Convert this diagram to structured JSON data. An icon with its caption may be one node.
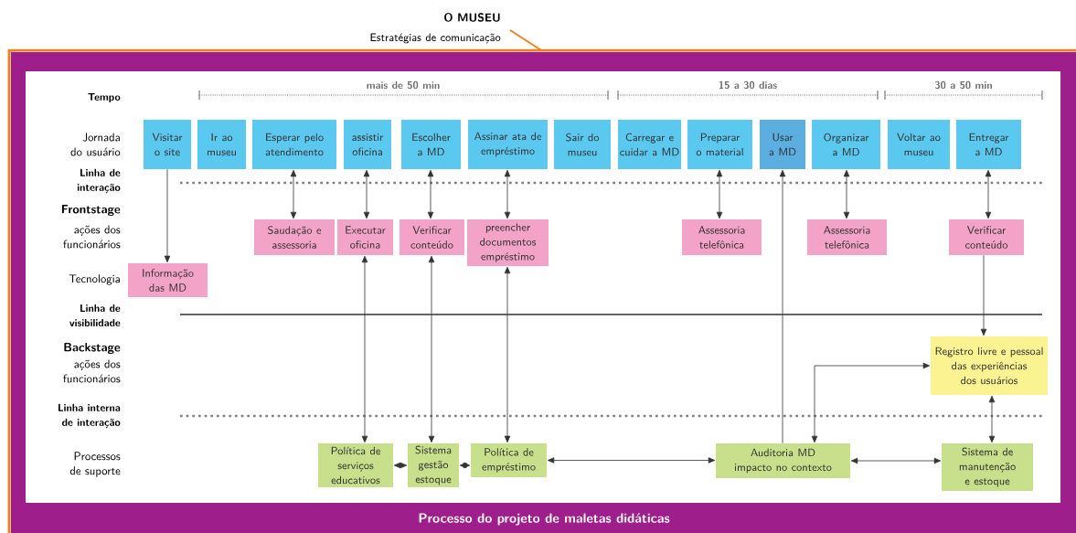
{
  "diagram": {
    "title": "O MUSEU",
    "caption": "Processo do projeto de maletas didáticas",
    "nodes": [
      {
        "text": [
          "Visitar o site"
        ]
      },
      {
        "text": [
          "Ir ao museu"
        ]
      },
      {
        "text": [
          "Esperar pelo atendimento"
        ]
      },
      {
        "text": [
          "assistir oficina"
        ]
      },
      {
        "text": [
          "Escolher a MD"
        ]
      },
      {
        "text": [
          "Assinar ata de empréstimo"
        ]
      },
      {
        "text": [
          "Sair do museu"
        ]
      },
      {
        "text": [
          "Carregar e cuidar a MD"
        ]
      },
      {
        "text": [
          "Preparar o material"
        ]
      },
      {
        "text": [
          "Usar a MD"
        ]
      },
      {
        "text": [
          "Organizar a MD"
        ]
      },
      {
        "text": [
          "Voltar ao museu"
        ]
      },
      {
        "text": [
          "Entregar a MD"
        ]
      },
      {
        "text": [
          "Saudação e assessoria"
        ]
      },
      {
        "text": [
          "Executar oficina"
        ]
      },
      {
        "text": [
          "Verificar conteúdo"
        ]
      },
      {
        "text": [
          "preencher documentos empréstimo"
        ]
      },
      {
        "text": [
          "Assessoria telefônica"
        ]
      },
      {
        "text": [
          "Assessoria telefônica"
        ]
      },
      {
        "text": [
          "Verificar conteúdo"
        ]
      },
      {
        "text": [
          "Informação das MD"
        ]
      },
      {
        "text": [
          "Registro livre e pessoal das experiências dos usuários"
        ]
      },
      {
        "text": [
          "Política de serviços educativos"
        ]
      },
      {
        "text": [
          "Sistema gestão estoque"
        ]
      },
      {
        "text": [
          "Política de empréstimo"
        ]
      },
      {
        "text": [
          "Auditoria MD impacto no contexto"
        ]
      },
      {
        "text": [
          "Sistema de manutenção e estoque"
        ]
      }
    ],
    "edges": [
      {
        "from": 0,
        "to": 20,
        "arrow": "to"
      },
      {
        "from": 2,
        "to": 13,
        "arrow": "both"
      },
      {
        "from": 3,
        "to": 14,
        "arrow": "both"
      },
      {
        "from": 4,
        "to": 15,
        "arrow": "both"
      },
      {
        "from": 5,
        "to": 16,
        "arrow": "both"
      },
      {
        "from": 8,
        "to": 17,
        "arrow": "both"
      },
      {
        "from": 10,
        "to": 18,
        "arrow": "both"
      },
      {
        "from": 12,
        "to": 19,
        "arrow": "both"
      },
      {
        "from": 14,
        "to": 22,
        "arrow": "both"
      },
      {
        "from": 15,
        "to": 23,
        "arrow": "both"
      },
      {
        "from": 16,
        "to": 24,
        "arrow": "both"
      },
      {
        "from": 25,
        "to": 9,
        "arrow": "to"
      },
      {
        "from": 19,
        "to": 21,
        "arrow": "to"
      },
      {
        "from": 25,
        "to": 21,
        "arrow": "both"
      },
      {
        "from": 21,
        "to": 26,
        "arrow": "both"
      },
      {
        "from": 22,
        "to": 23,
        "arrow": "both"
      },
      {
        "from": 23,
        "to": 24,
        "arrow": "both"
      },
      {
        "from": 24,
        "to": 25,
        "arrow": "both"
      },
      {
        "from": 25,
        "to": 26,
        "arrow": "both"
      }
    ],
    "labels": [
      "Estratégias de comunicação",
      "Tempo",
      "mais de 50 min",
      "15 a 30 dias",
      "30 a 50 min",
      "Jornada do usuário",
      "Linha de interação",
      "Frontstage",
      "ações dos funcionários",
      "Tecnologia",
      "Linha de visibilidade",
      "Backstage",
      "ações dos funcionários",
      "Linha interna de interação",
      "Processos de suporte"
    ]
  }
}
